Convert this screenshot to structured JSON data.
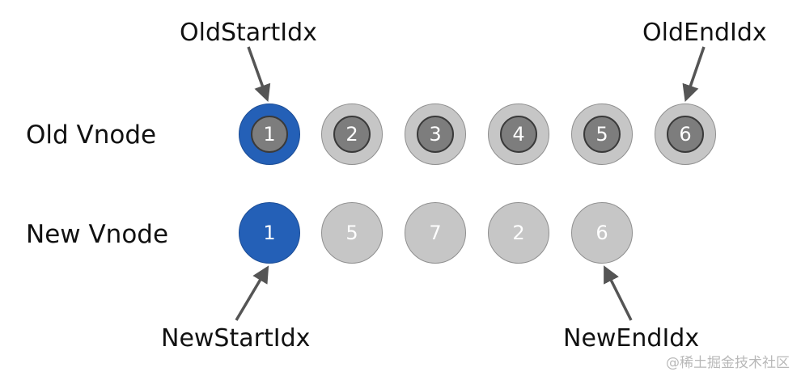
{
  "rows": {
    "old_label": "Old Vnode",
    "new_label": "New Vnode"
  },
  "pointers": {
    "old_start": "OldStartIdx",
    "old_end": "OldEndIdx",
    "new_start": "NewStartIdx",
    "new_end": "NewEndIdx"
  },
  "old_nodes": [
    "1",
    "2",
    "3",
    "4",
    "5",
    "6"
  ],
  "new_nodes": [
    "1",
    "5",
    "7",
    "2",
    "6"
  ],
  "colors": {
    "active": "#2460b7",
    "node_outer": "#c6c6c6",
    "node_inner": "#7d7d7d",
    "arrow": "#555555"
  },
  "watermark": "@稀土掘金技术社区"
}
